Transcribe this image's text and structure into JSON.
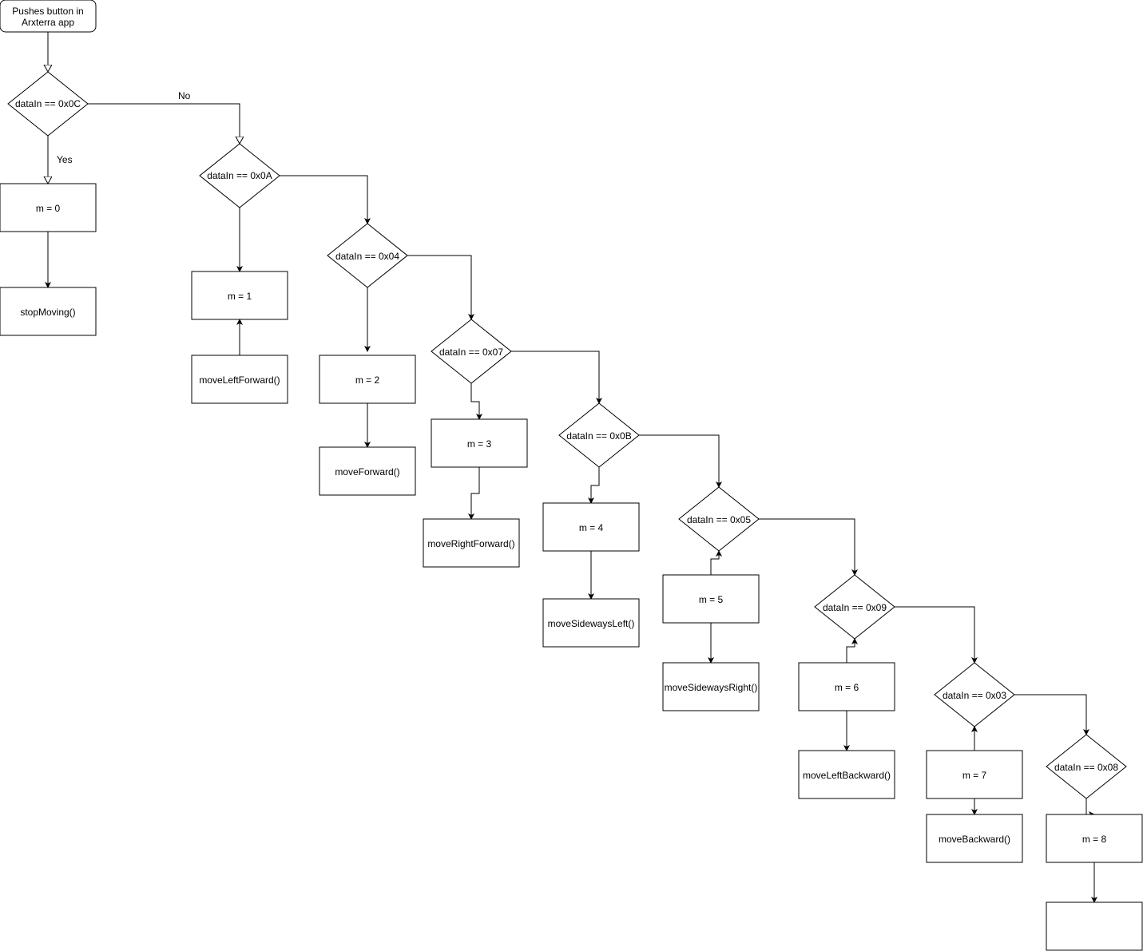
{
  "start": {
    "lines": [
      "Pushes button in",
      "Arxterra app"
    ]
  },
  "edge_labels": {
    "no": "No",
    "yes": "Yes"
  },
  "decisions": [
    {
      "id": "d0c",
      "label": "dataIn == 0x0C"
    },
    {
      "id": "d0a",
      "label": "dataIn == 0x0A"
    },
    {
      "id": "d04",
      "label": "dataIn == 0x04"
    },
    {
      "id": "d07",
      "label": "dataIn == 0x07"
    },
    {
      "id": "d0b",
      "label": "dataIn == 0x0B"
    },
    {
      "id": "d05",
      "label": "dataIn == 0x05"
    },
    {
      "id": "d09",
      "label": "dataIn == 0x09"
    },
    {
      "id": "d03",
      "label": "dataIn == 0x03"
    },
    {
      "id": "d08",
      "label": "dataIn == 0x08"
    }
  ],
  "processes": [
    {
      "id": "m0",
      "label": "m = 0"
    },
    {
      "id": "stop",
      "label": "stopMoving()"
    },
    {
      "id": "m1",
      "label": "m = 1"
    },
    {
      "id": "mlf",
      "label": "moveLeftForward()"
    },
    {
      "id": "m2",
      "label": "m = 2"
    },
    {
      "id": "mf",
      "label": "moveForward()"
    },
    {
      "id": "m3",
      "label": "m = 3"
    },
    {
      "id": "mrf",
      "label": "moveRightForward()"
    },
    {
      "id": "m4",
      "label": "m = 4"
    },
    {
      "id": "msl",
      "label": "moveSidewaysLeft()"
    },
    {
      "id": "m5",
      "label": "m = 5"
    },
    {
      "id": "msr",
      "label": "moveSidewaysRight()"
    },
    {
      "id": "m6",
      "label": "m = 6"
    },
    {
      "id": "mlb",
      "label": "moveLeftBackward()"
    },
    {
      "id": "m7",
      "label": "m = 7"
    },
    {
      "id": "mb",
      "label": "moveBackward()"
    },
    {
      "id": "m8",
      "label": "m = 8"
    },
    {
      "id": "empty",
      "label": ""
    }
  ]
}
